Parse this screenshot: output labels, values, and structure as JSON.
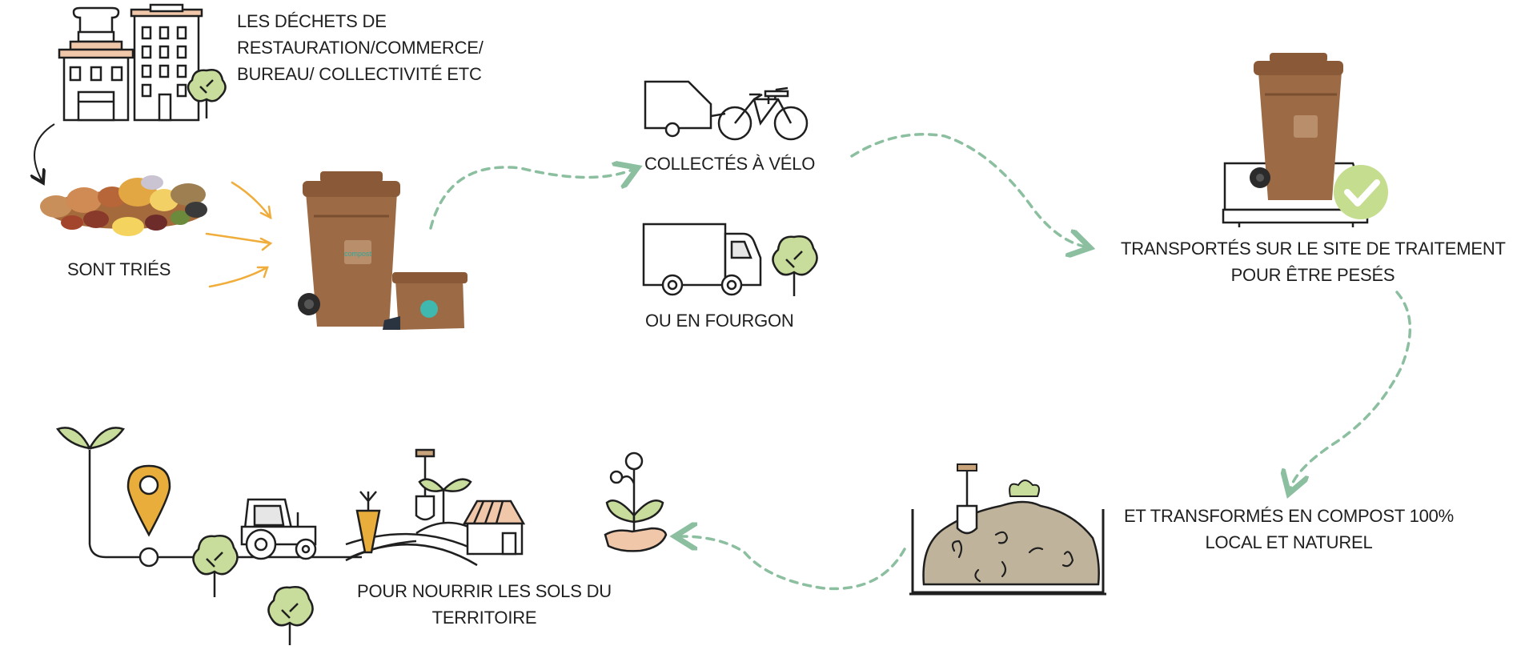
{
  "steps": {
    "origin": {
      "lines": [
        "LES DÉCHETS DE",
        "RESTAURATION/COMMERCE/",
        "BUREAU/ COLLECTIVITÉ ETC"
      ]
    },
    "sorted": {
      "label": "SONT TRIÉS"
    },
    "bike": {
      "label": "COLLECTÉS À VÉLO"
    },
    "van": {
      "label": "OU EN FOURGON"
    },
    "weigh": {
      "lines": [
        "TRANSPORTÉS SUR LE SITE DE TRAITEMENT",
        "POUR ÊTRE PESÉS"
      ]
    },
    "compost": {
      "lines": [
        "ET TRANSFORMÉS EN COMPOST 100%",
        "LOCAL ET NATUREL"
      ]
    },
    "soil": {
      "lines": [
        "POUR  NOURRIR LES SOLS DU",
        "TERRITOIRE"
      ]
    }
  },
  "bin_logo_text": "compost",
  "icons": [
    "buildings-icon",
    "tree-icon",
    "food-waste-icon",
    "brown-bin-icon",
    "bucket-icon",
    "bike-trailer-icon",
    "delivery-truck-icon",
    "scale-icon",
    "checkmark-icon",
    "compost-pile-icon",
    "hand-plant-icon",
    "location-pin-icon",
    "sprout-icon",
    "tractor-icon",
    "carrot-icon",
    "field-icon",
    "barn-icon"
  ],
  "colors": {
    "flow_arrow": "#8bbf9f",
    "sort_arrow": "#f0ad3c",
    "bin": "#9c6a45",
    "tree": "#c8dd9c",
    "check": "#c5dd8e",
    "pin": "#e8ad3a",
    "compost": "#bfb39b",
    "line": "#1f1f1f"
  }
}
